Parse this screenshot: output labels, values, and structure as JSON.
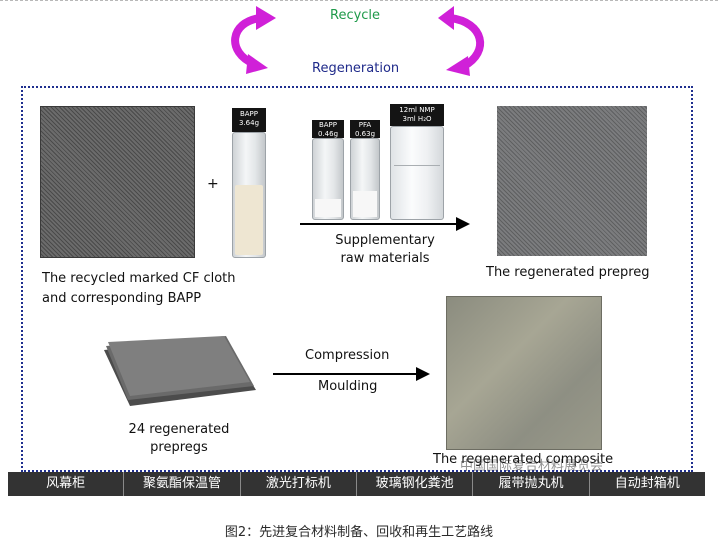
{
  "header": {
    "recycle": "Recycle",
    "regeneration": "Regeneration"
  },
  "vials": {
    "bapp_main": [
      "BAPP",
      "3.64g"
    ],
    "bapp_small": [
      "BAPP",
      "0.46g"
    ],
    "pfa": [
      "PFA",
      "0.63g"
    ],
    "nmp": [
      "12ml NMP",
      "3ml H₂O"
    ]
  },
  "labels": {
    "plus": "+",
    "cf_cloth": [
      "The recycled marked CF cloth",
      "and corresponding BAPP"
    ],
    "supplementary": [
      "Supplementary",
      "raw materials"
    ],
    "regenerated_prepreg": "The regenerated prepreg",
    "prepregs_24": [
      "24 regenerated",
      "prepregs"
    ],
    "compression": "Compression",
    "moulding": "Moulding",
    "bottom_right": "The regenerated composite",
    "watermark": "中国国际复合材料展览会"
  },
  "bottom_bar": [
    "风幕柜",
    "聚氨酯保温管",
    "激光打标机",
    "玻璃钢化粪池",
    "履带抛丸机",
    "自动封箱机"
  ],
  "caption": "图2：先进复合材料制备、回收和再生工艺路线",
  "colors": {
    "recycle_text": "#1f9a4a",
    "regeneration_text": "#1f2a8a",
    "arrows": "#d020d8",
    "frame": "#1f2f8f",
    "bar": "#333333"
  }
}
